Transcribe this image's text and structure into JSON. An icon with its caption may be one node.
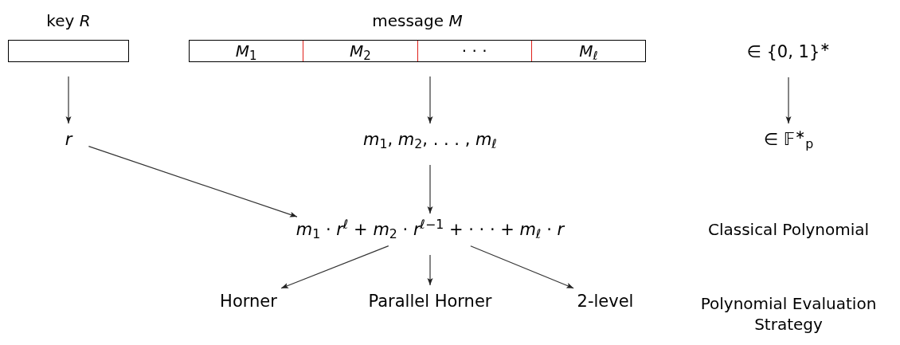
{
  "diagram": {
    "nodes": [
      {
        "text": [
          "key *R*"
        ]
      },
      {
        "text": [
          "message *M*"
        ]
      },
      {
        "text": [
          "*M*$_{1}$"
        ],
        "in": 1
      },
      {
        "text": [
          "*M*$_{2}$"
        ],
        "in": 1
      },
      {
        "text": [
          "· · ·"
        ],
        "in": 1
      },
      {
        "text": [
          "*M*$_{ℓ}$"
        ],
        "in": 1
      },
      {
        "text": [
          "∈ {0, 1}$^{∗}$"
        ]
      },
      {
        "text": [
          "r"
        ]
      },
      {
        "text": [
          "*m*$_{1}$, *m*$_{2}$, . . . , *m*$_{ℓ}$"
        ]
      },
      {
        "text": [
          "∈ 𝔽$^{∗}$$_{p}$"
        ]
      },
      {
        "text": [
          "*m*$_{1}$ · *r*$^{ℓ}$ + *m*$_{2}$ · *r*$^{ℓ−1}$ + · · · + *m*$_{ℓ}$ · *r*"
        ]
      },
      {
        "text": [
          "Horner"
        ]
      },
      {
        "text": [
          "Parallel Horner"
        ]
      },
      {
        "text": [
          "2-level"
        ]
      }
    ],
    "edges": [
      {
        "from": 0,
        "to": 7,
        "arrow": "to"
      },
      {
        "from": 1,
        "to": 8,
        "arrow": "to"
      },
      {
        "from": 6,
        "to": 9,
        "arrow": "to"
      },
      {
        "from": 7,
        "to": 10,
        "arrow": "to"
      },
      {
        "from": 8,
        "to": 10,
        "arrow": "to"
      },
      {
        "from": 10,
        "to": 11,
        "arrow": "to"
      },
      {
        "from": 10,
        "to": 12,
        "arrow": "to"
      },
      {
        "from": 10,
        "to": 13,
        "arrow": "to"
      }
    ],
    "labels": [
      "Classical Polynomial",
      "Polynomial Evaluation Strategy"
    ]
  }
}
